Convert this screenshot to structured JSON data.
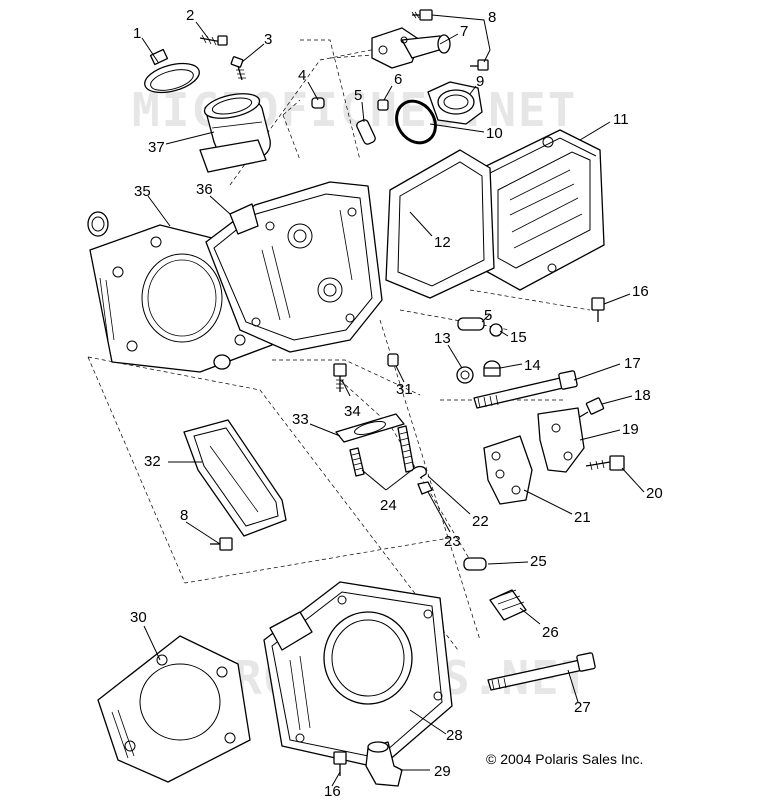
{
  "watermark": "MICROFICHES.NET",
  "copyright": "© 2004 Polaris Sales Inc.",
  "callouts": {
    "c1": "1",
    "c2": "2",
    "c3": "3",
    "c4": "4",
    "c5a": "5",
    "c5b": "5",
    "c6": "6",
    "c7": "7",
    "c8a": "8",
    "c8b": "8",
    "c9": "9",
    "c10": "10",
    "c11": "11",
    "c12": "12",
    "c13": "13",
    "c14": "14",
    "c15": "15",
    "c16a": "16",
    "c16b": "16",
    "c17": "17",
    "c18": "18",
    "c19": "19",
    "c20": "20",
    "c21": "21",
    "c22": "22",
    "c23": "23",
    "c24": "24",
    "c25": "25",
    "c26": "26",
    "c27": "27",
    "c28": "28",
    "c29": "29",
    "c30": "30",
    "c31": "31",
    "c32": "32",
    "c33": "33",
    "c34": "34",
    "c35": "35",
    "c36": "36",
    "c37": "37"
  }
}
